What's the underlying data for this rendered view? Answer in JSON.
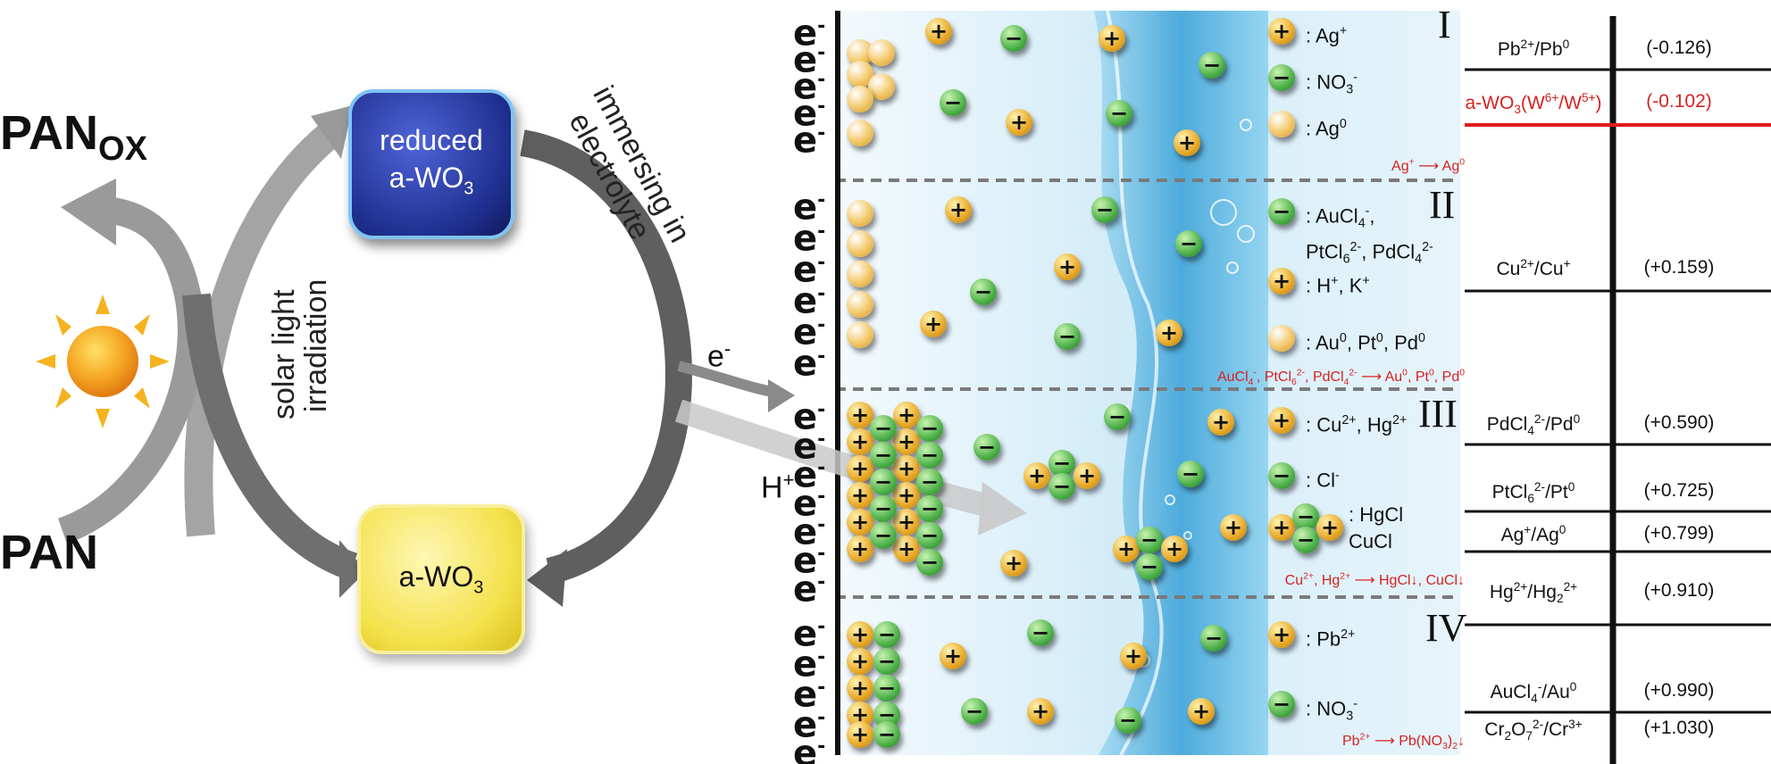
{
  "cycle": {
    "pan_ox": "PAN",
    "pan_ox_sub": "OX",
    "pan": "PAN",
    "reduced_box": {
      "line1": "reduced",
      "line2": "a-WO",
      "sub": "3"
    },
    "awo3_box": {
      "text": "a-WO",
      "sub": "3"
    },
    "solar_label_line1": "solar light",
    "solar_label_line2": "irradiation",
    "immersing_line1": "immersing in",
    "immersing_line2": "electrolyte",
    "e_minus": "e",
    "e_minus_sup": "-",
    "h_plus": "H",
    "h_plus_sup": "+"
  },
  "electrode": {
    "electron_symbol": "e",
    "electron_sup": "-"
  },
  "regions": [
    {
      "numeral": "I",
      "legend": [
        {
          "ion": "plus",
          "html": ": Ag<sup>+</sup>"
        },
        {
          "ion": "minus",
          "html": ": NO<sub>3</sub><sup>-</sup>"
        },
        {
          "ion": "neutral",
          "html": ": Ag<sup>0</sup>"
        }
      ],
      "reaction": "Ag<sup>+</sup> ⟶ Ag<sup>0</sup>"
    },
    {
      "numeral": "II",
      "legend": [
        {
          "ion": "minus",
          "html": ": AuCl<sub>4</sub><sup>-</sup>,<br>PtCl<sub>6</sub><sup>2-</sup>, PdCl<sub>4</sub><sup>2-</sup>"
        },
        {
          "ion": "plus",
          "html": ": H<sup>+</sup>, K<sup>+</sup>"
        },
        {
          "ion": "neutral",
          "html": ": Au<sup>0</sup>, Pt<sup>0</sup>, Pd<sup>0</sup>"
        }
      ],
      "reaction": "AuCl<sub>4</sub><sup>-</sup>, PtCl<sub>6</sub><sup>2-</sup>, PdCl<sub>4</sub><sup>2-</sup> ⟶ Au<sup>0</sup>, Pt<sup>0</sup>, Pd<sup>0</sup>"
    },
    {
      "numeral": "III",
      "legend": [
        {
          "ion": "plus",
          "html": ": Cu<sup>2+</sup>,  Hg<sup>2+</sup>"
        },
        {
          "ion": "minus",
          "html": ": Cl<sup>-</sup>"
        },
        {
          "ion": "cluster",
          "html": "HgCl<br>CuCl"
        }
      ],
      "reaction": "Cu<sup>2+</sup>,  Hg<sup>2+</sup> ⟶ HgCl↓, CuCl↓"
    },
    {
      "numeral": "IV",
      "legend": [
        {
          "ion": "plus",
          "html": ": Pb<sup>2+</sup>"
        },
        {
          "ion": "minus",
          "html": ": NO<sub>3</sub><sup>-</sup>"
        }
      ],
      "reaction": "Pb<sup>2+</sup> ⟶ Pb(NO<sub>3</sub>)<sub>2</sub>↓"
    }
  ],
  "potentials": [
    {
      "couple": "Pb<sup>2+</sup>/Pb<sup>0</sup>",
      "value": "(-0.126)",
      "highlight": false
    },
    {
      "couple": "a-WO<sub>3</sub>(W<sup>6+</sup>/W<sup>5+</sup>)",
      "value": "(-0.102)",
      "highlight": true
    },
    {
      "couple": "Cu<sup>2+</sup>/Cu<sup>+</sup>",
      "value": "(+0.159)",
      "highlight": false
    },
    {
      "couple": "PdCl<sub>4</sub><sup>2-</sup>/Pd<sup>0</sup>",
      "value": "(+0.590)",
      "highlight": false
    },
    {
      "couple": "PtCl<sub>6</sub><sup>2-</sup>/Pt<sup>0</sup>",
      "value": "(+0.725)",
      "highlight": false
    },
    {
      "couple": "Ag<sup>+</sup>/Ag<sup>0</sup>",
      "value": "(+0.799)",
      "highlight": false
    },
    {
      "couple": "Hg<sup>2+</sup>/Hg<sub>2</sub><sup>2+</sup>",
      "value": "(+0.910)",
      "highlight": false
    },
    {
      "couple": "AuCl<sub>4</sub><sup>-</sup>/Au<sup>0</sup>",
      "value": "(+0.990)",
      "highlight": false
    },
    {
      "couple": "Cr<sub>2</sub>O<sub>7</sub><sup>2-</sup>/Cr<sup>3+</sup>",
      "value": "(+1.030)",
      "highlight": false
    }
  ],
  "colors": {
    "reaction_red": "#d62222",
    "reduced_box": "#1f2f8f",
    "awo3_box": "#f3e14a",
    "cation": "#e8a928",
    "anion": "#4fb24a",
    "water": "#2aa3dc"
  }
}
